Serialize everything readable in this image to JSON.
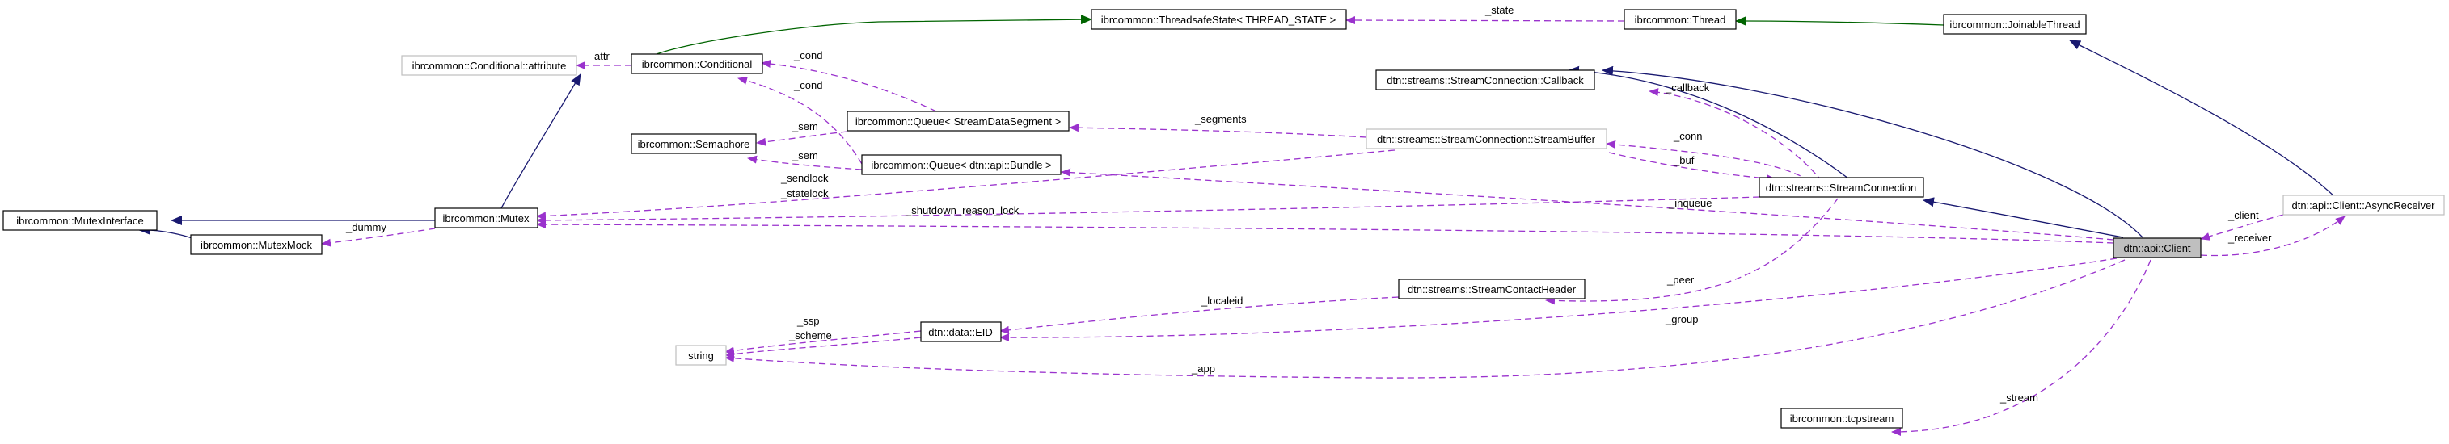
{
  "colors": {
    "inherit_public": "#191970",
    "inherit_template": "#006400",
    "usage": "#9a32cd",
    "node_border": "#000000",
    "node_border_external": "#bfbfbf",
    "highlight_fill": "#bfbfbf"
  },
  "nodes": {
    "conditional_attribute": "ibrcommon::Conditional::attribute",
    "conditional": "ibrcommon::Conditional",
    "threadsafe_state": "ibrcommon::ThreadsafeState< THREAD_STATE >",
    "thread": "ibrcommon::Thread",
    "joinable_thread": "ibrcommon::JoinableThread",
    "stream_callback": "dtn::streams::StreamConnection::Callback",
    "queue_segment": "ibrcommon::Queue< StreamDataSegment >",
    "semaphore": "ibrcommon::Semaphore",
    "stream_buffer": "dtn::streams::StreamConnection::StreamBuffer",
    "queue_bundle": "ibrcommon::Queue< dtn::api::Bundle >",
    "stream_connection": "dtn::streams::StreamConnection",
    "async_receiver": "dtn::api::Client::AsyncReceiver",
    "mutex_interface": "ibrcommon::MutexInterface",
    "mutex": "ibrcommon::Mutex",
    "mutex_mock": "ibrcommon::MutexMock",
    "client": "dtn::api::Client",
    "stream_contact_header": "dtn::streams::StreamContactHeader",
    "eid": "dtn::data::EID",
    "string": "string",
    "tcpstream": "ibrcommon::tcpstream"
  },
  "edge_labels": {
    "state": "_state",
    "attr": "attr",
    "cond_top": "_cond",
    "cond_mid": "_cond",
    "segments": "_segments",
    "callback": "_callback",
    "sem_top": "_sem",
    "sem_mid": "_sem",
    "conn": "_conn",
    "buf": "_buf",
    "sendlock": "_sendlock",
    "statelock": "_statelock",
    "shutdown_reason_lock": "_shutdown_reason_lock",
    "inqueue": "_inqueue",
    "dummy": "_dummy",
    "client": "_client",
    "receiver": "_receiver",
    "peer": "_peer",
    "localeid": "_localeid",
    "group": "_group",
    "ssp": "_ssp",
    "scheme": "_scheme",
    "app": "_app",
    "stream": "_stream"
  }
}
